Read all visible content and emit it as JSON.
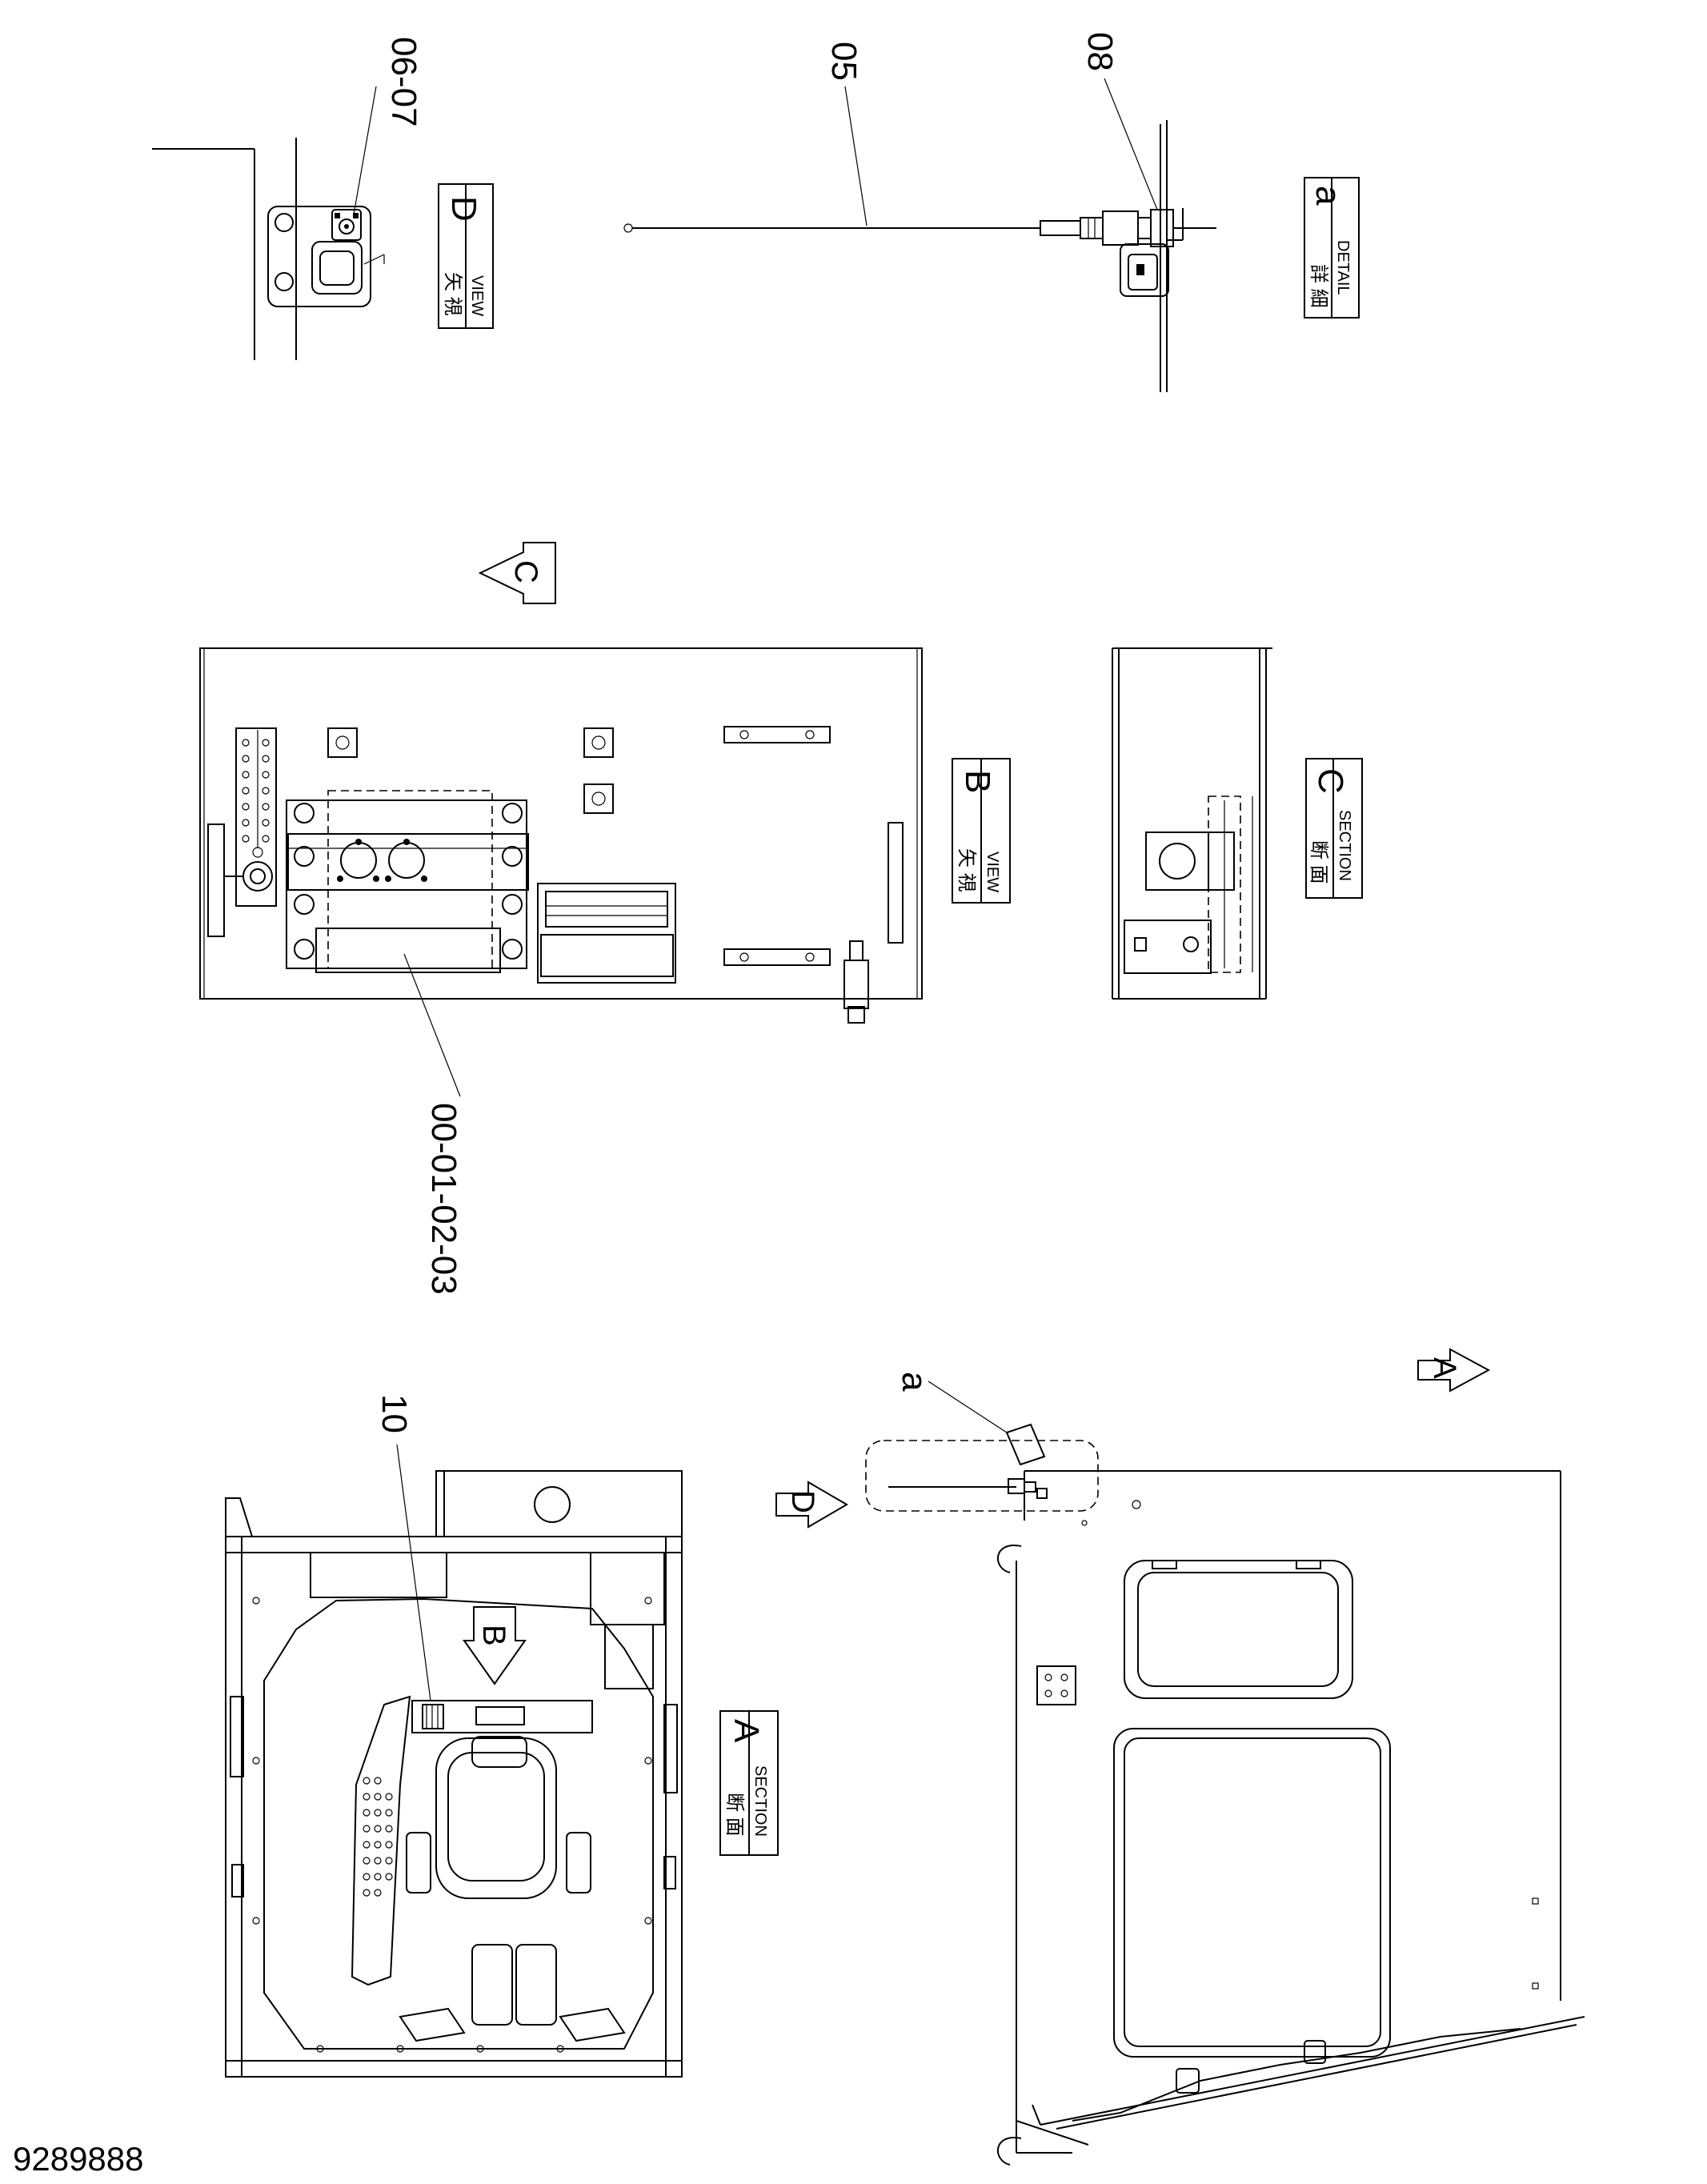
{
  "drawing_number": "9289888",
  "labels": {
    "view": "VIEW",
    "view_jp": "矢 視",
    "section": "SECTION",
    "section_jp": "断 面",
    "detail": "DETAIL",
    "detail_jp": "詳 細"
  },
  "views": {
    "view_d": "D",
    "view_b": "B",
    "section_c": "C",
    "section_a": "A",
    "detail_a": "a"
  },
  "arrows": {
    "c": "C",
    "b": "B",
    "d": "D",
    "a": "A"
  },
  "callouts": {
    "top_left": "06-07",
    "antenna": "05",
    "connector": "08",
    "bracket": "00-01-02-03",
    "controller": "10",
    "detail_ref": "a"
  }
}
